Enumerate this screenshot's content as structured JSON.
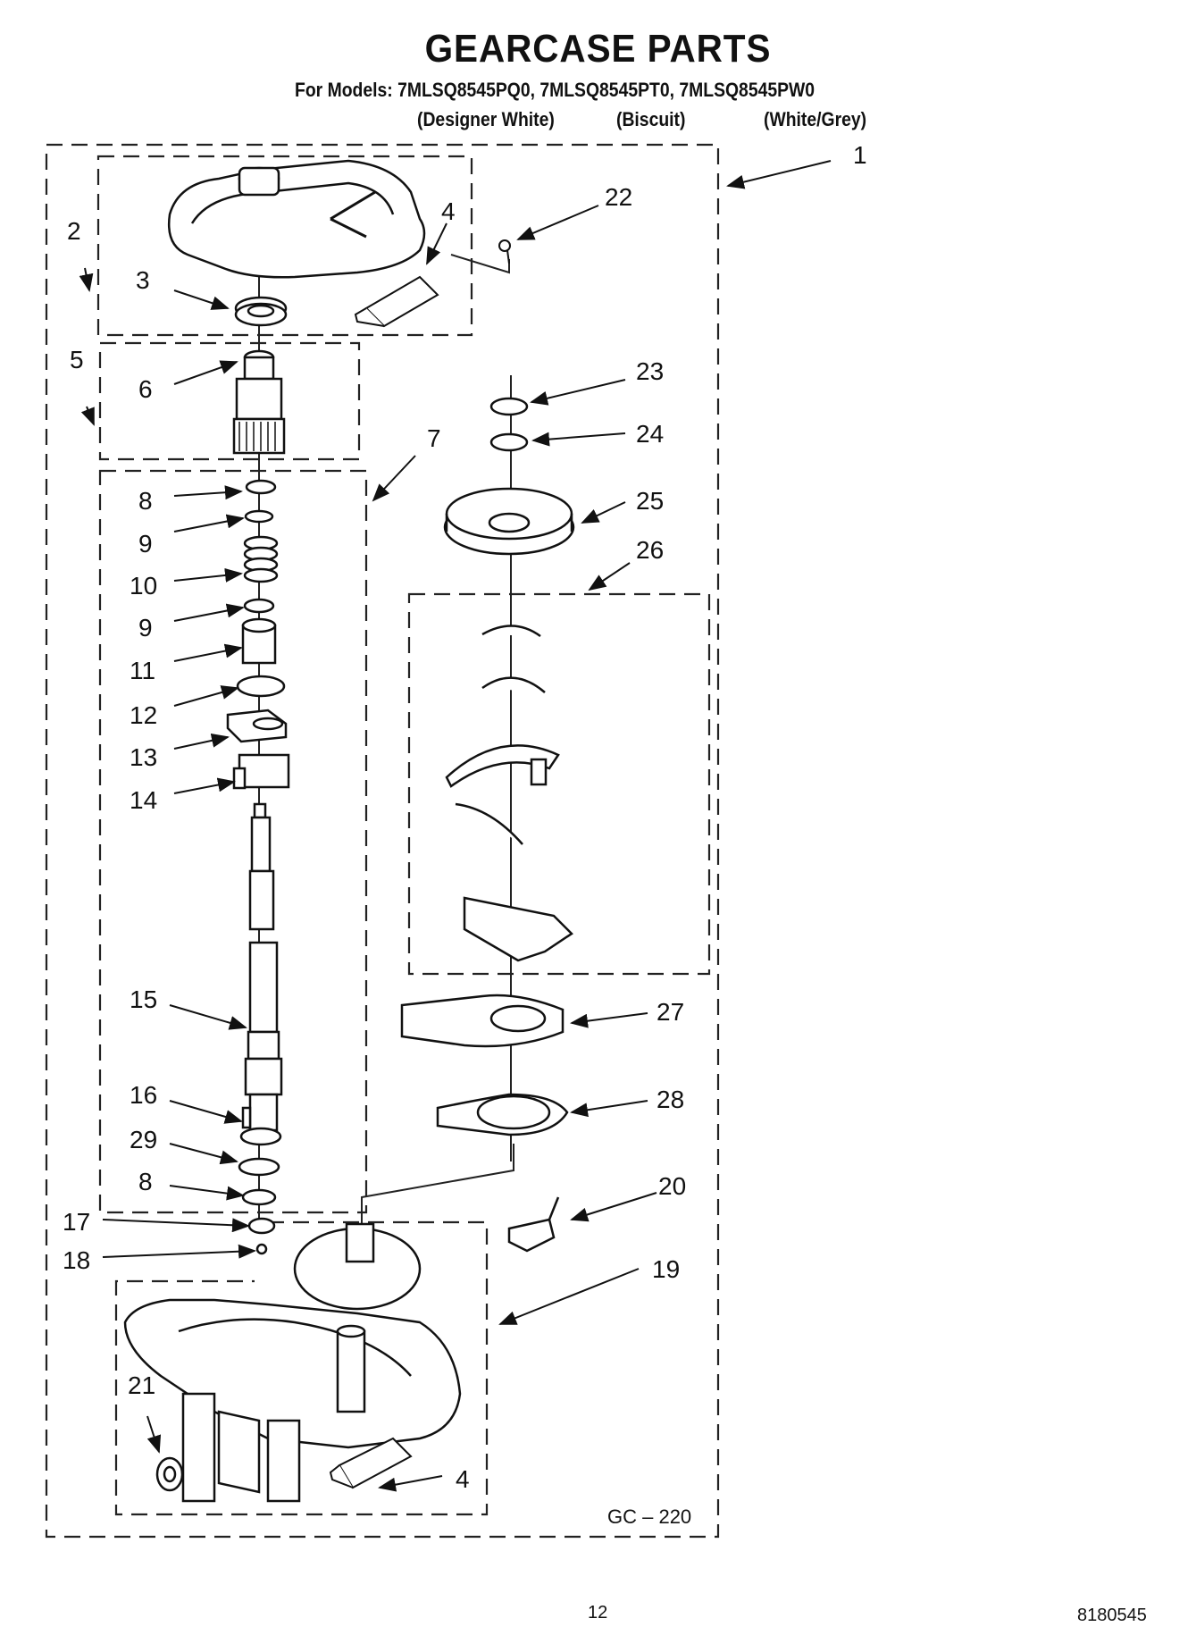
{
  "header": {
    "title": "GEARCASE PARTS",
    "models_line": "For Models: 7MLSQ8545PQ0, 7MLSQ8545PT0, 7MLSQ8545PW0",
    "variants": [
      "(Designer White)",
      "(Biscuit)",
      "(White/Grey)"
    ]
  },
  "callouts": {
    "c1": "1",
    "c2": "2",
    "c3": "3",
    "c4a": "4",
    "c4b": "4",
    "c5": "5",
    "c6": "6",
    "c7": "7",
    "c8a": "8",
    "c8b": "8",
    "c9a": "9",
    "c9b": "9",
    "c10": "10",
    "c11": "11",
    "c12": "12",
    "c13": "13",
    "c14": "14",
    "c15": "15",
    "c16": "16",
    "c17": "17",
    "c18": "18",
    "c19": "19",
    "c20": "20",
    "c21": "21",
    "c22": "22",
    "c23": "23",
    "c24": "24",
    "c25": "25",
    "c26": "26",
    "c27": "27",
    "c28": "28",
    "c29": "29"
  },
  "diagram_code": "GC – 220",
  "footer": {
    "page_number": "12",
    "doc_number": "8180545"
  }
}
